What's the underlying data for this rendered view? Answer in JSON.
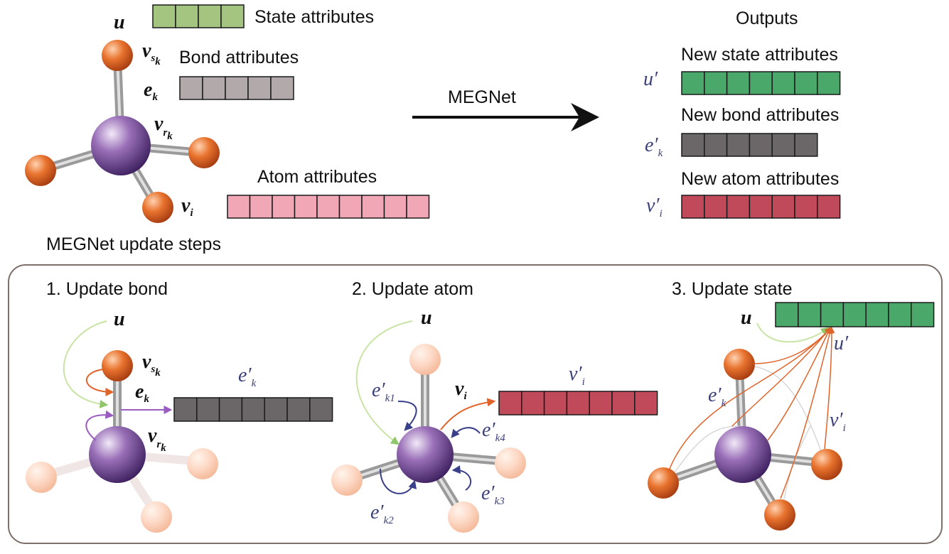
{
  "top": {
    "state_label": "State attributes",
    "bond_label": "Bond attributes",
    "atom_label": "Atom attributes",
    "sym_u": "u",
    "sym_v": "v",
    "sym_e": "e",
    "sub_sk": "s",
    "sub_rk": "r",
    "sub_k": "k",
    "sub_i": "i"
  },
  "arrow_label": "MEGNet",
  "outputs": {
    "title": "Outputs",
    "new_state_label": "New state attributes",
    "new_bond_label": "New bond attributes",
    "new_atom_label": "New atom attributes",
    "sym_u_prime": "u′",
    "sym_e_prime": "e′",
    "sym_v_prime": "v′"
  },
  "steps_title": "MEGNet update steps",
  "steps": [
    {
      "label": "1. Update bond"
    },
    {
      "label": "2. Update atom"
    },
    {
      "label": "3. Update state"
    }
  ],
  "step2_subs": {
    "k1": "k1",
    "k2": "k2",
    "k3": "k3",
    "k4": "k4"
  },
  "colors": {
    "state": "#a4c57f",
    "bond": "#b2a9ab",
    "atom": "#f2a7b7",
    "new_state": "#4aa86a",
    "new_bond": "#6b6667",
    "new_atom": "#c04a5a",
    "orange_atom": "#e0642a",
    "purple_atom": "#7a4d9a"
  }
}
